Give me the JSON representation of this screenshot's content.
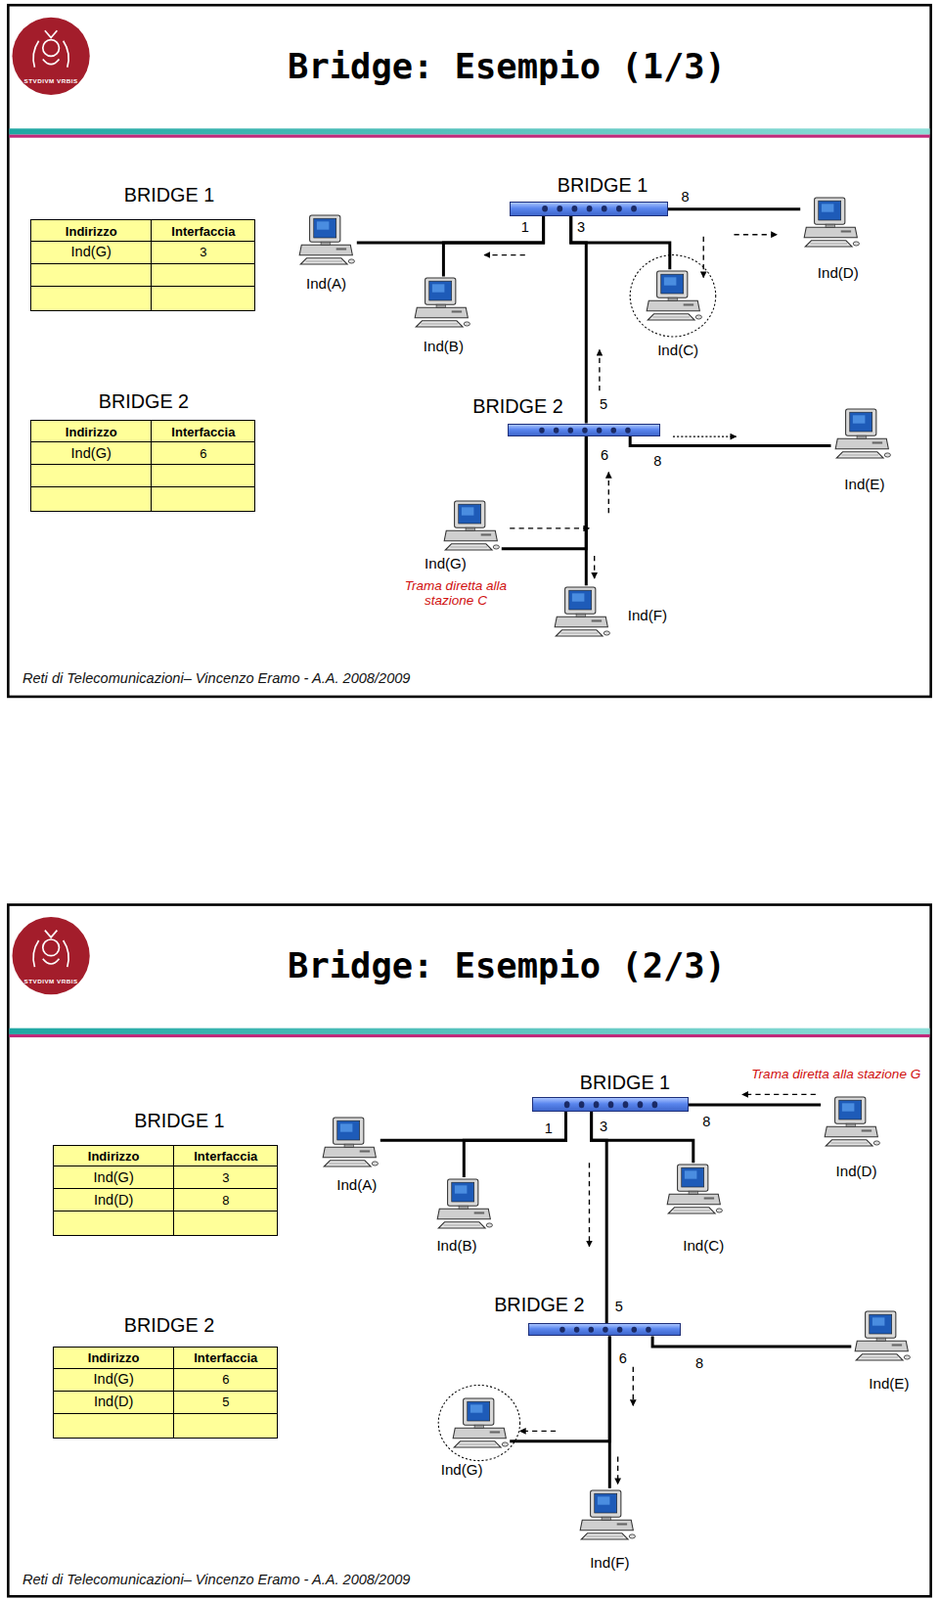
{
  "diagram": {
    "title": "Bridge: Esempio (1/3)",
    "nodes": [
      {
        "text": [
          "BRIDGE 1",
          "Indirizzo",
          "Interfaccia",
          "Ind(G)",
          "3"
        ]
      },
      {
        "text": [
          "BRIDGE 1"
        ]
      },
      {
        "text": [
          "Ind(A)"
        ]
      },
      {
        "text": [
          "Ind(B)"
        ]
      },
      {
        "text": [
          "Ind(C)"
        ]
      },
      {
        "text": [
          "Ind(D)"
        ]
      },
      {
        "text": [
          "BRIDGE 2",
          "Indirizzo",
          "Interfaccia",
          "Ind(G)",
          "6"
        ]
      },
      {
        "text": [
          "BRIDGE 2"
        ]
      },
      {
        "text": [
          "Ind(E)"
        ]
      },
      {
        "text": [
          "Ind(G)"
        ]
      },
      {
        "text": [
          "Ind(F)"
        ]
      },
      {
        "text": [
          "BRIDGE 1",
          "Indirizzo",
          "Interfaccia",
          "Ind(G)",
          "3",
          "Ind(D)",
          "8"
        ]
      },
      {
        "text": [
          "BRIDGE 1"
        ]
      },
      {
        "text": [
          "Ind(A)"
        ]
      },
      {
        "text": [
          "Ind(B)"
        ]
      },
      {
        "text": [
          "Ind(C)"
        ]
      },
      {
        "text": [
          "Ind(D)"
        ]
      },
      {
        "text": [
          "BRIDGE 2",
          "Indirizzo",
          "Interfaccia",
          "Ind(G)",
          "6",
          "Ind(D)",
          "5"
        ]
      },
      {
        "text": [
          "BRIDGE 2"
        ]
      },
      {
        "text": [
          "Ind(E)"
        ]
      },
      {
        "text": [
          "Ind(G)"
        ]
      },
      {
        "text": [
          "Ind(F)"
        ]
      }
    ],
    "edges": [
      {
        "from": 2,
        "to": 1,
        "arrow": "none"
      },
      {
        "from": 3,
        "to": 1,
        "arrow": "none"
      },
      {
        "from": 4,
        "to": 1,
        "arrow": "none"
      },
      {
        "from": 5,
        "to": 1,
        "arrow": "none"
      },
      {
        "from": 1,
        "to": 7,
        "arrow": "none"
      },
      {
        "from": 8,
        "to": 7,
        "arrow": "none"
      },
      {
        "from": 9,
        "to": 7,
        "arrow": "none"
      },
      {
        "from": 10,
        "to": 7,
        "arrow": "none"
      },
      {
        "from": 13,
        "to": 12,
        "arrow": "none"
      },
      {
        "from": 14,
        "to": 12,
        "arrow": "none"
      },
      {
        "from": 15,
        "to": 12,
        "arrow": "none"
      },
      {
        "from": 16,
        "to": 12,
        "arrow": "none"
      },
      {
        "from": 12,
        "to": 18,
        "arrow": "none"
      },
      {
        "from": 19,
        "to": 18,
        "arrow": "none"
      },
      {
        "from": 20,
        "to": 18,
        "arrow": "none"
      },
      {
        "from": 21,
        "to": 18,
        "arrow": "none"
      }
    ],
    "labels": [
      "STVDIVM VRBIS",
      "1",
      "3",
      "8",
      "5",
      "6",
      "8",
      "Trama diretta alla stazione C",
      "Reti di Telecomunicazioni– Vincenzo Eramo - A.A. 2008/2009",
      "STVDIVM VRBIS",
      "Bridge: Esempio (2/3)",
      "1",
      "3",
      "8",
      "5",
      "6",
      "8",
      "Trama diretta alla stazione G",
      "Reti di Telecomunicazioni– Vincenzo Eramo - A.A. 2008/2009"
    ]
  }
}
